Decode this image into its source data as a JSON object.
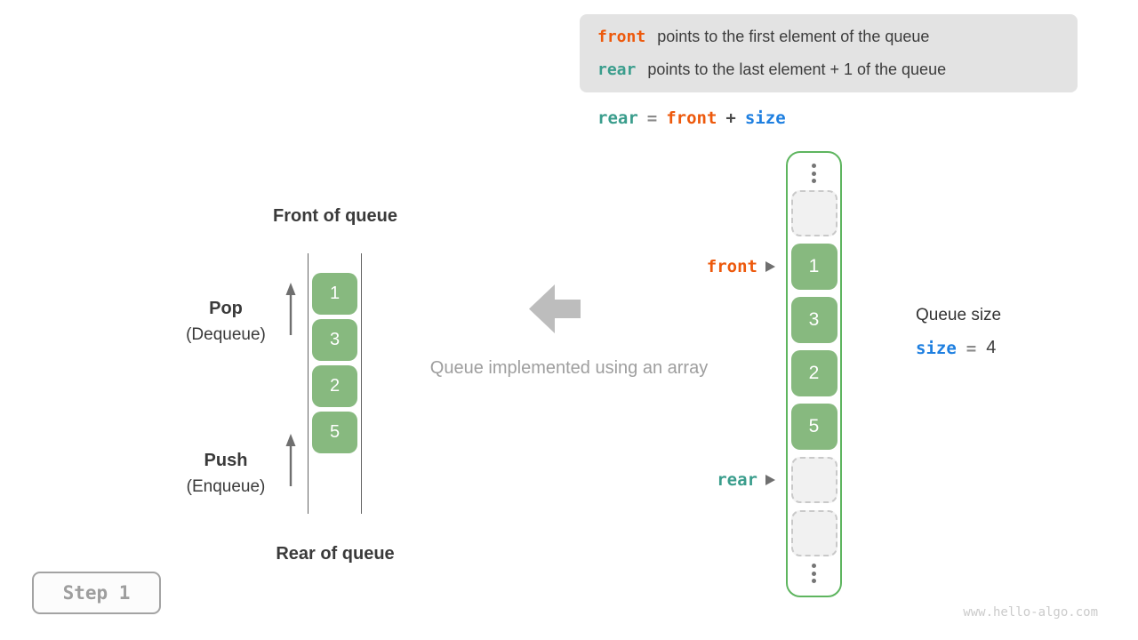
{
  "note": {
    "line1_code": "front",
    "line1_text": "points to the first element of the queue",
    "line2_code": "rear",
    "line2_text": "points to the last element + 1 of the queue"
  },
  "equation": {
    "lhs": "rear",
    "equals": "=",
    "rhs1": "front",
    "plus": "+",
    "rhs2": "size"
  },
  "left_queue": {
    "front_title": "Front of queue",
    "rear_title": "Rear of queue",
    "pop": "Pop",
    "pop_sub": "(Dequeue)",
    "push": "Push",
    "push_sub": "(Enqueue)",
    "values": [
      "1",
      "3",
      "2",
      "5"
    ]
  },
  "center": {
    "caption": "Queue implemented using an array"
  },
  "array_column": {
    "front_label": "front",
    "rear_label": "rear",
    "values": [
      "1",
      "3",
      "2",
      "5"
    ],
    "empty_slots_top": 1,
    "empty_slots_bottom": 2
  },
  "queue_size": {
    "title": "Queue size",
    "code": "size",
    "equals": "=",
    "value": "4"
  },
  "step_badge": {
    "label": "Step 1"
  },
  "watermark": "www.hello-algo.com",
  "colors": {
    "accent_orange": "#ed590c",
    "accent_teal": "#3a9d8c",
    "accent_blue": "#1e7fe0",
    "cell_green": "#87b97f",
    "column_border_green": "#5eb55f",
    "note_background": "#e3e3e3",
    "empty_cell_fill": "#f1f1f1",
    "muted_gray": "#9e9e9e"
  }
}
